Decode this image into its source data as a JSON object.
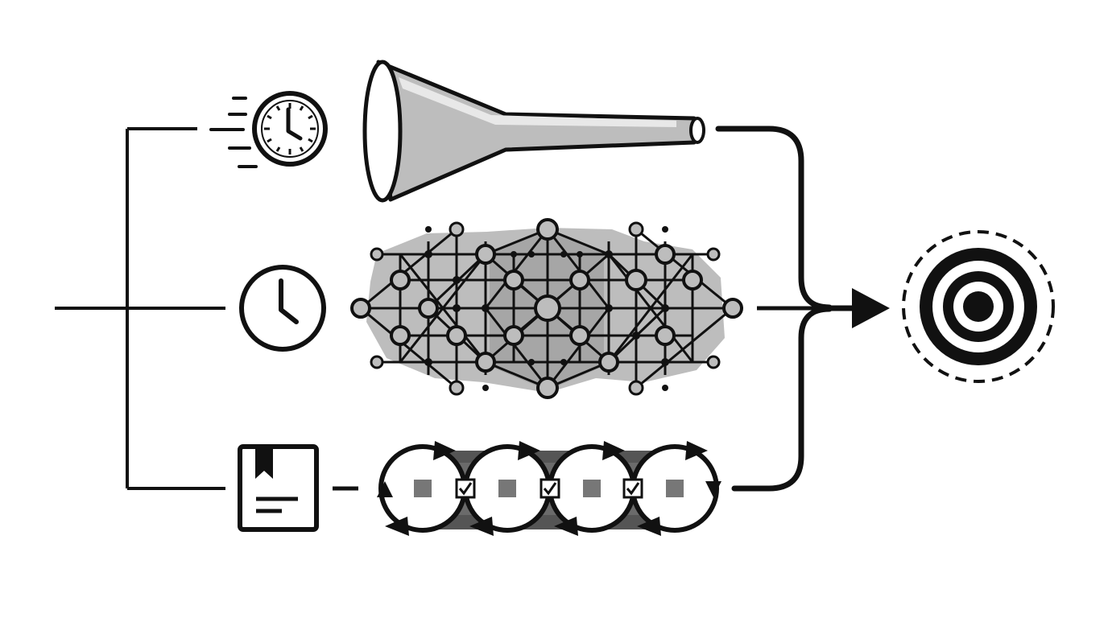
{
  "diagram": {
    "type": "flow-diagram",
    "colors": {
      "ink": "#111111",
      "fill_light": "#bdbdbd",
      "fill_mid": "#8a8a8a",
      "fill_dark": "#555555",
      "background": "#ffffff"
    },
    "branches": [
      {
        "id": "top",
        "icon": "fast-clock-icon",
        "element": "funnel"
      },
      {
        "id": "middle",
        "icon": "clock-icon",
        "element": "node-network"
      },
      {
        "id": "bottom",
        "icon": "bookmarked-document-icon",
        "element": "cycle-chain"
      }
    ],
    "cycle_chain": {
      "cycles": 4,
      "checkpoints": 3
    },
    "target": {
      "icon": "target-icon",
      "rings": 3,
      "dashed_outer_ring": true
    }
  }
}
